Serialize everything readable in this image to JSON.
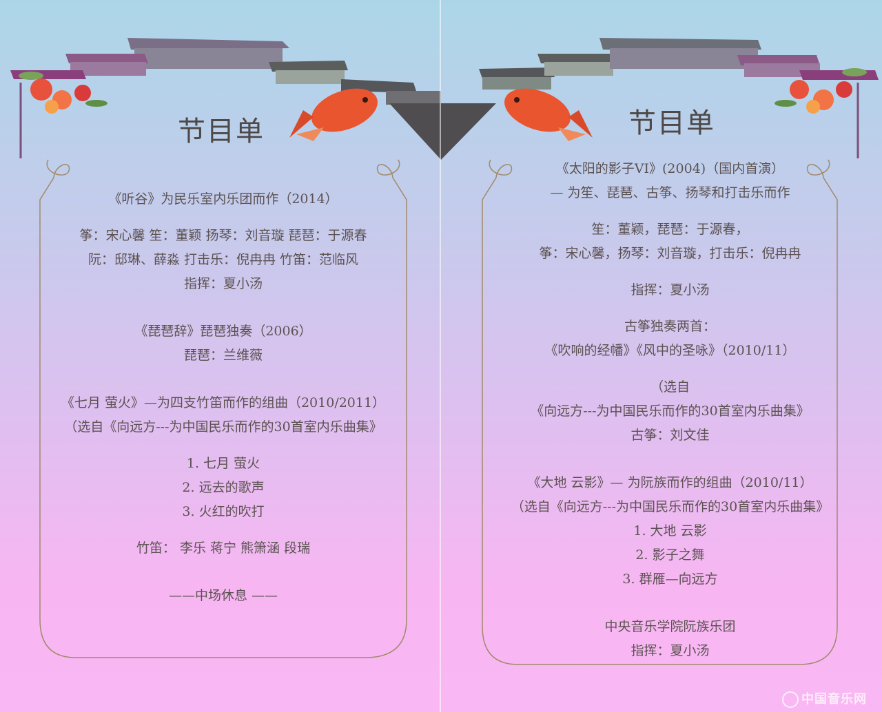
{
  "left": {
    "title": "节目单",
    "lines": [
      "《听谷》为民乐室内乐团而作（2014）",
      "筝：宋心馨 笙：董颖  扬琴：刘音璇  琵琶：于源春",
      "阮：邸琳、薛淼  打击乐：倪冉冉 竹笛：范临风",
      "指挥：夏小汤",
      "《琵琶辞》琵琶独奏（2006）",
      "琵琶：兰维薇",
      "《七月 萤火》—为四支竹笛而作的组曲（2010/2011）",
      "（选自《向远方---为中国民乐而作的30首室内乐曲集》",
      "1.  七月 萤火",
      "2.  远去的歌声",
      "3.  火红的吹打",
      "竹笛：  李乐  蒋宁  熊箫涵   段瑞",
      "——中场休息 ——"
    ]
  },
  "right": {
    "title": "节目单",
    "lines": [
      "《太阳的影子VI》(2004)（国内首演）",
      "— 为笙、琵琶、古筝、扬琴和打击乐而作",
      "笙：董颖，琵琶：于源春，",
      "筝：宋心馨，扬琴：刘音璇，打击乐：倪冉冉",
      "指挥：夏小汤",
      "古筝独奏两首：",
      "《吹响的经幡》《风中的圣咏》（2010/11）",
      "（选自",
      "《向远方---为中国民乐而作的30首室内乐曲集》",
      "古筝：刘文佳",
      "《大地 云影》— 为阮族而作的组曲（2010/11）",
      "（选自《向远方---为中国民乐而作的30首室内乐曲集》",
      "1.  大地 云影",
      "2.  影子之舞",
      "3.  群雁—向远方",
      "中央音乐学院阮族乐团",
      "指挥：夏小汤"
    ]
  },
  "watermark": "中国音乐网",
  "colors": {
    "frame": "#a08a6a",
    "roof": "#6b6b74",
    "koi": "#e8552f"
  }
}
